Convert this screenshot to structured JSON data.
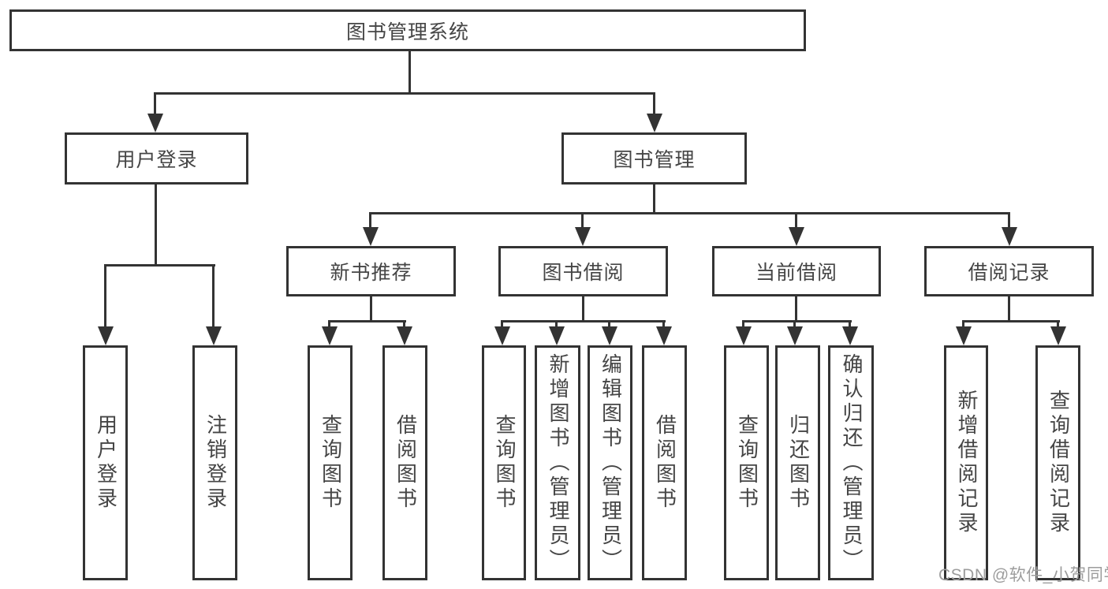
{
  "root": {
    "label": "图书管理系统"
  },
  "level2": {
    "login": {
      "label": "用户登录"
    },
    "management": {
      "label": "图书管理"
    }
  },
  "level3": {
    "new_books": {
      "label": "新书推荐"
    },
    "book_borrow": {
      "label": "图书借阅"
    },
    "current_borrow": {
      "label": "当前借阅"
    },
    "borrow_records": {
      "label": "借阅记录"
    }
  },
  "leaves": {
    "user_login": {
      "label": "用户登录"
    },
    "logout": {
      "label": "注销登录"
    },
    "nb_query": {
      "label": "查询图书"
    },
    "nb_borrow": {
      "label": "借阅图书"
    },
    "bb_query": {
      "label": "查询图书"
    },
    "bb_add": {
      "label": "新增图书（管理员）"
    },
    "bb_edit": {
      "label": "编辑图书（管理员）"
    },
    "bb_borrow": {
      "label": "借阅图书"
    },
    "cb_query": {
      "label": "查询图书"
    },
    "cb_return": {
      "label": "归还图书"
    },
    "cb_confirm": {
      "label": "确认归还（管理员）"
    },
    "br_add": {
      "label": "新增借阅记录"
    },
    "br_query": {
      "label": "查询借阅记录"
    }
  },
  "watermark": "CSDN @软件_小贺同学",
  "colors": {
    "line": "#333333",
    "text": "#454545",
    "watermark": "#9d9d9d",
    "background": "#ffffff"
  }
}
